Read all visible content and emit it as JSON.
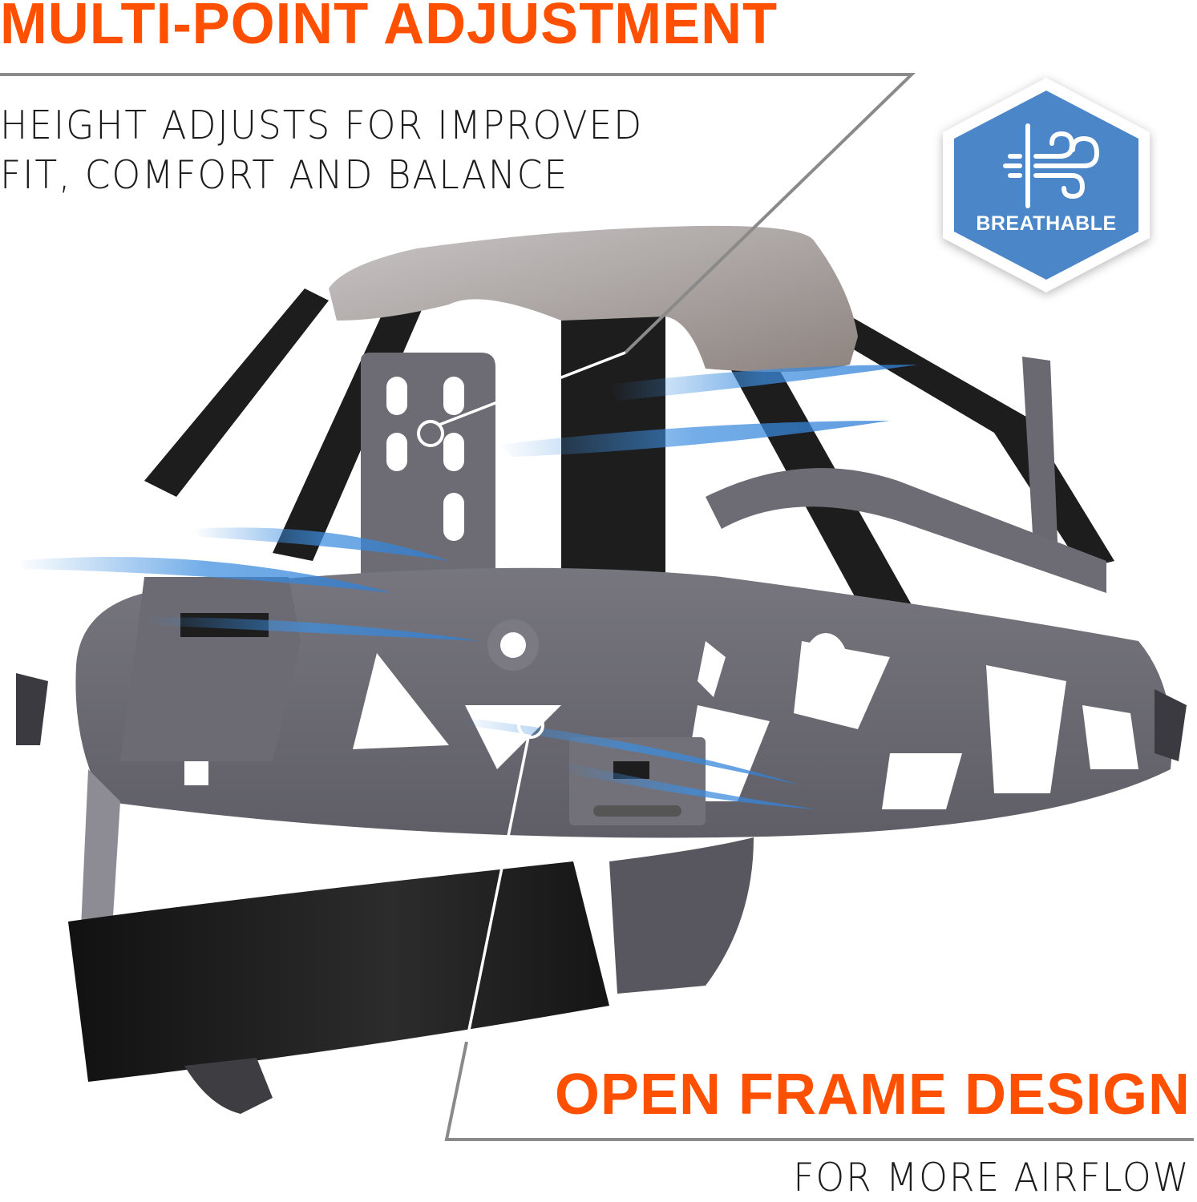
{
  "callouts": {
    "top": {
      "title": "MULTI-POINT ADJUSTMENT",
      "subtitle_line1": "HEIGHT ADJUSTS FOR IMPROVED",
      "subtitle_line2": "FIT, COMFORT AND BALANCE"
    },
    "bottom": {
      "title": "OPEN FRAME DESIGN",
      "subtitle": "FOR MORE AIRFLOW"
    }
  },
  "badge": {
    "label": "BREATHABLE",
    "icon": "wind-icon",
    "fill_color": "#4a86c8",
    "border_color": "#ffffff"
  },
  "product_image": {
    "subject": "hard hat suspension harness",
    "icons": [
      "airflow-streaks",
      "callout-circle"
    ]
  },
  "colors": {
    "accent": "#fe5000",
    "text": "#1c1c1c",
    "rule": "#8a8a8a",
    "airflow_blue": "#3d8ee0",
    "frame_gray": "#6f6e76",
    "strap_black": "#1b1b1b"
  }
}
